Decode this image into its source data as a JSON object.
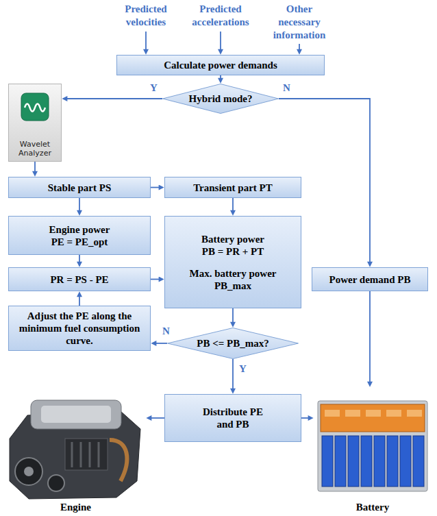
{
  "diagram": {
    "nodes": [
      {
        "text": [
          "Calculate power demands"
        ]
      },
      {
        "text": [
          "Hybrid mode?"
        ]
      },
      {
        "text": [
          "Wavelet Analyzer"
        ]
      },
      {
        "text": [
          "Stable part PS"
        ]
      },
      {
        "text": [
          "Transient part PT"
        ]
      },
      {
        "text": [
          "Engine power PE = PE_opt"
        ]
      },
      {
        "text": [
          "PR = PS - PE"
        ]
      },
      {
        "text": [
          "Battery power PB = PR + PT",
          "Max. battery power PB_max"
        ]
      },
      {
        "text": [
          "Power demand PB"
        ]
      },
      {
        "text": [
          "Adjust the PE along the minimum fuel consumption curve."
        ]
      },
      {
        "text": [
          "PB <= PB_max?"
        ]
      },
      {
        "text": [
          "Distribute PE and PB"
        ]
      },
      {
        "text": [
          "Engine"
        ]
      },
      {
        "text": [
          "Battery"
        ]
      }
    ],
    "edges": [
      {
        "from": 0,
        "to": 1,
        "arrow": "to"
      },
      {
        "from": 1,
        "to": 2,
        "label": "Y",
        "arrow": "to"
      },
      {
        "from": 1,
        "to": 8,
        "label": "N",
        "arrow": "to"
      },
      {
        "from": 2,
        "to": 3,
        "arrow": "to"
      },
      {
        "from": 3,
        "to": 4,
        "arrow": "to"
      },
      {
        "from": 3,
        "to": 5,
        "arrow": "to"
      },
      {
        "from": 5,
        "to": 6,
        "arrow": "to"
      },
      {
        "from": 6,
        "to": 7,
        "arrow": "to"
      },
      {
        "from": 4,
        "to": 7,
        "arrow": "to"
      },
      {
        "from": 7,
        "to": 10,
        "arrow": "to"
      },
      {
        "from": 10,
        "to": 9,
        "label": "N",
        "arrow": "to"
      },
      {
        "from": 9,
        "to": 6,
        "arrow": "to"
      },
      {
        "from": 10,
        "to": 11,
        "label": "Y",
        "arrow": "to"
      },
      {
        "from": 11,
        "to": 12,
        "arrow": "to"
      },
      {
        "from": 11,
        "to": 13,
        "arrow": "to"
      },
      {
        "from": 8,
        "to": 13,
        "arrow": "to"
      }
    ],
    "labels": [
      "Predicted velocities",
      "Predicted accelerations",
      "Other necessary information"
    ]
  }
}
